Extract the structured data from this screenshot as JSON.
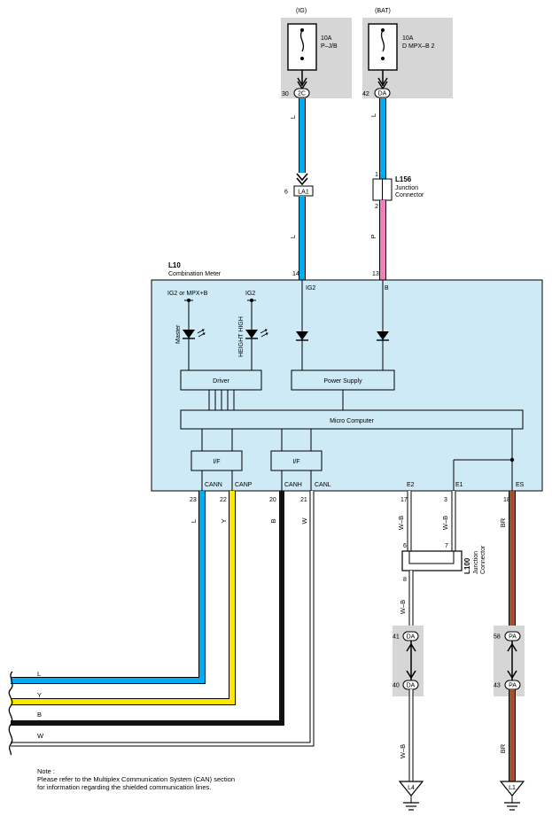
{
  "fuses": {
    "ig": {
      "source": "(IG)",
      "rating": "10A",
      "name": "P–J/B",
      "pin": "30",
      "conn": "2C"
    },
    "bat": {
      "source": "(BAT)",
      "rating": "10A",
      "name": "D MPX–B 2",
      "pin": "42",
      "conn": "DA"
    }
  },
  "connectors": {
    "la1": {
      "pin": "6",
      "name": "LA1"
    },
    "l156": {
      "id": "L156",
      "desc1": "Junction",
      "desc2": "Connector",
      "pin_top": "1",
      "pin_bottom": "2"
    },
    "l100": {
      "id": "L100",
      "desc1": "Junction",
      "desc2": "Connector",
      "pin6": "6",
      "pin7": "7",
      "pin8": "8"
    },
    "da_upper": {
      "pin": "41",
      "conn": "DA"
    },
    "da_lower": {
      "pin": "40",
      "conn": "DA"
    },
    "pa_upper": {
      "pin": "58",
      "conn": "PA"
    },
    "pa_lower": {
      "pin": "43",
      "conn": "PA"
    },
    "ground_l4": "L4",
    "ground_l1": "L1"
  },
  "meter": {
    "id": "L10",
    "name": "Combination Meter",
    "pin_ig2": "14",
    "pin_b": "13",
    "label_ig2": "IG2",
    "label_b": "B",
    "label_ig2_mpx": "IG2 or MPX+B",
    "label_ig2_b": "IG2",
    "led_master": "Master",
    "led_height": "HEIGHT HIGH",
    "driver": "Driver",
    "power_supply": "Power Supply",
    "micro": "Micro Computer",
    "if1": "I/F",
    "if2": "I/F",
    "pins_bottom": [
      {
        "term": "CANN",
        "pin": "23"
      },
      {
        "term": "CANP",
        "pin": "22"
      },
      {
        "term": "CANH",
        "pin": "20"
      },
      {
        "term": "CANL",
        "pin": "21"
      },
      {
        "term": "E2",
        "pin": "17"
      },
      {
        "term": "E1",
        "pin": "3"
      },
      {
        "term": "ES",
        "pin": "18"
      }
    ]
  },
  "wires": {
    "ig_upper": "L",
    "ig_lower": "L",
    "bat_upper": "L",
    "bat_lower": "P",
    "cann": "L",
    "canp": "Y",
    "canh": "B",
    "canl": "W",
    "e2": "W–B",
    "e1": "W–B",
    "es": "BR",
    "l100_out": "W–B",
    "l4": "W–B",
    "l1": "BR",
    "bus_l": "L",
    "bus_y": "Y",
    "bus_b": "B",
    "bus_w": "W"
  },
  "colors": {
    "blue": "#00aeef",
    "yellow": "#ffe600",
    "pink": "#f080b8",
    "brown": "#a0522d",
    "black": "#111111",
    "meter_fill": "#cdeaf6",
    "fuse_bg": "#d6d6d6"
  },
  "note": {
    "line1": "Note :",
    "line2": "Please refer to the Multiplex Communication System (CAN) section",
    "line3": "for information regarding the shielded communication lines."
  }
}
